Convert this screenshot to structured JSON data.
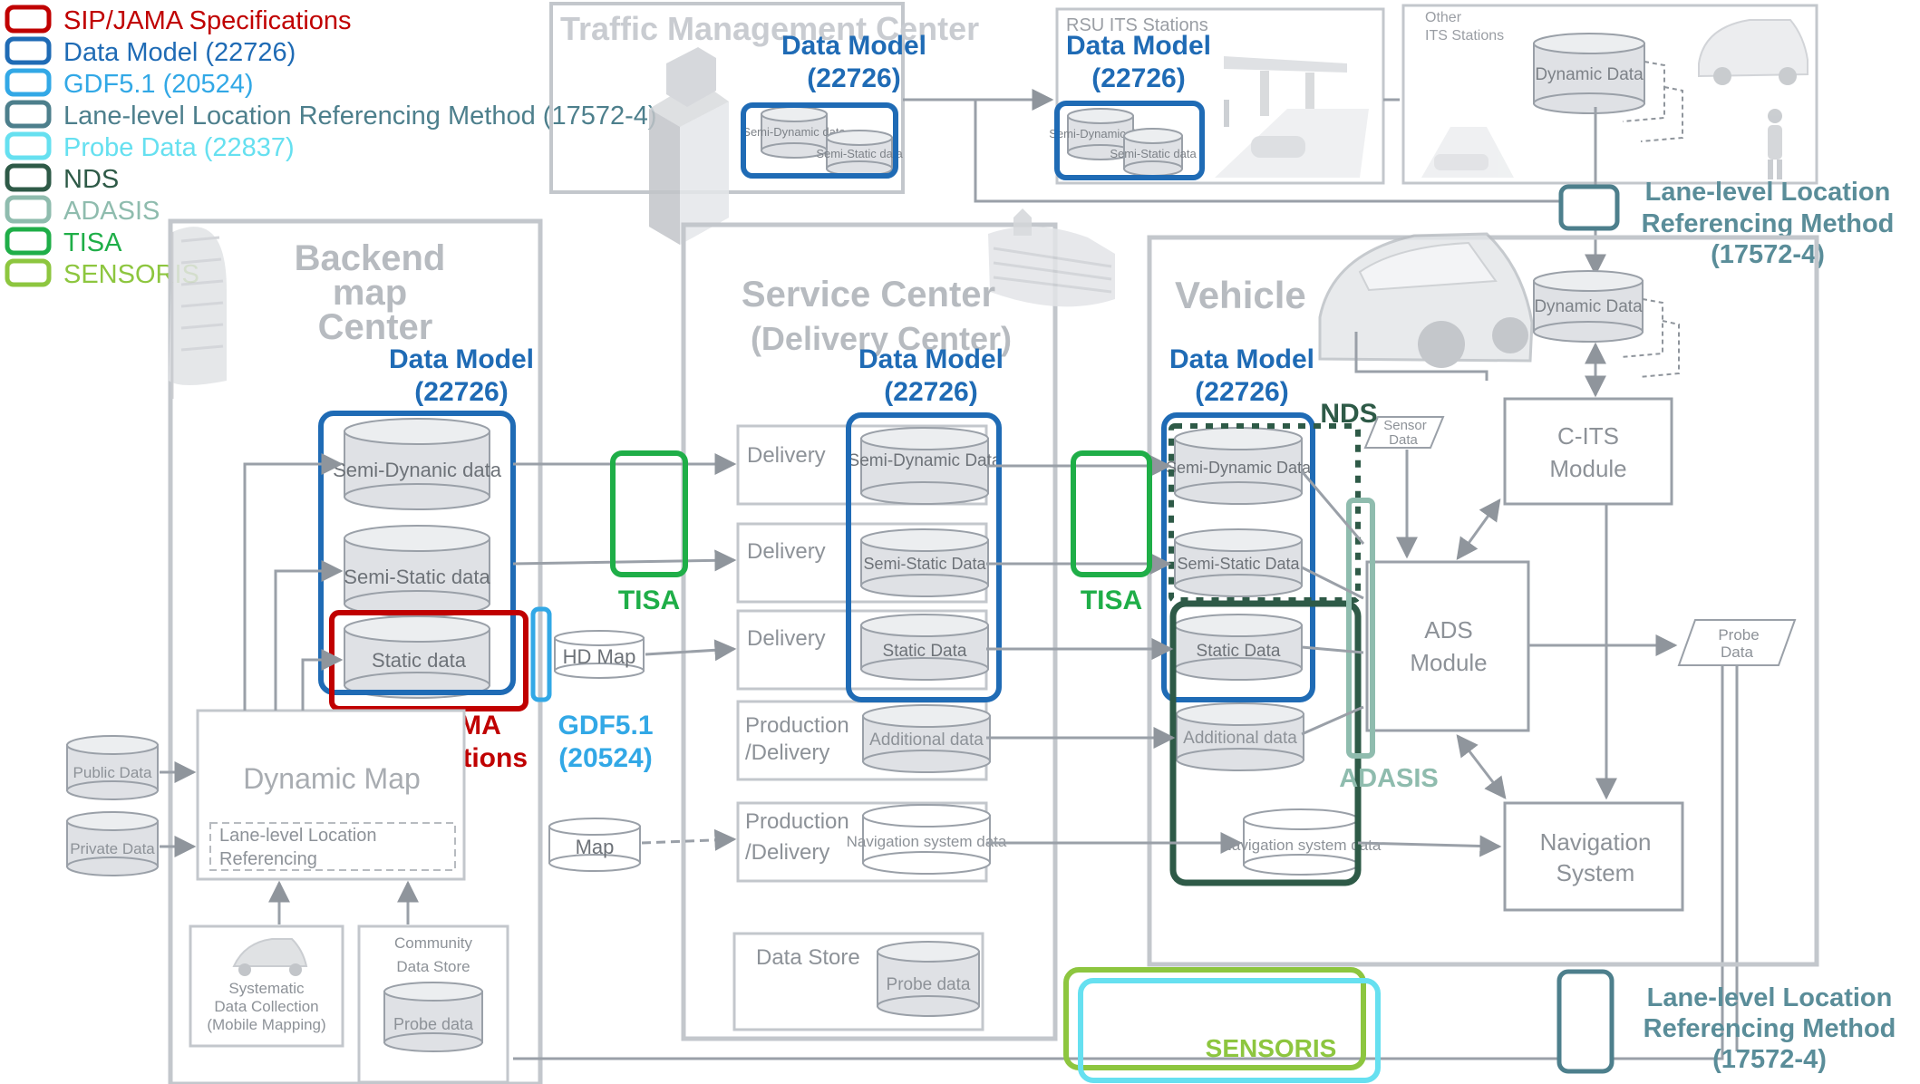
{
  "legend": [
    {
      "label": "SIP/JAMA Specifications",
      "color": "#c00000"
    },
    {
      "label": "Data Model (22726)",
      "color": "#1f6bb5"
    },
    {
      "label": "GDF5.1 (20524)",
      "color": "#32a8e6"
    },
    {
      "label": "Lane-level Location Referencing Method (17572-4)",
      "color": "#4d7f8c"
    },
    {
      "label": "Probe Data (22837)",
      "color": "#66e0f0"
    },
    {
      "label": "NDS",
      "color": "#2e5a47"
    },
    {
      "label": "ADASIS",
      "color": "#8fbcae"
    },
    {
      "label": "TISA",
      "color": "#1fae48"
    },
    {
      "label": "SENSORIS",
      "color": "#8dc63f"
    }
  ],
  "colors": {
    "gray_text": "#9a9ea4",
    "dark_text": "#6d7278",
    "line": "#9aa0a8",
    "cyl_fill": "#dfe1e5"
  },
  "top": {
    "traffic_center": "Traffic Management Center",
    "rsu": "RSU ITS Stations",
    "other_its": "Other ITS Stations",
    "dm_title": "Data Model",
    "dm_num": "(22726)",
    "semi_dynamic_small": "Semi-Dynamic data",
    "semi_static_small": "Semi-Static data",
    "dynamic_data": "Dynamic Data",
    "lane_level_1": "Lane-level Location",
    "lane_level_2": "Referencing Method",
    "lane_level_3": "(17572-4)"
  },
  "backend": {
    "title_1": "Backend",
    "title_2": "map",
    "title_3": "Center",
    "semi_dynamic": "Semi-Dynanic data",
    "semi_static": "Semi-Static data",
    "static": "Static data",
    "sip_1": "SIP/JAMA",
    "sip_2": "specifications",
    "gdf_1": "GDF5.1",
    "gdf_2": "(20524)",
    "hd_map": "HD Map",
    "map": "Map",
    "dynamic_map": "Dynamic Map",
    "lane_ref_1": "Lane-level Location",
    "lane_ref_2": "Referencing",
    "public_data": "Public Data",
    "private_data": "Private Data",
    "systematic_1": "Systematic",
    "systematic_2": "Data Collection",
    "systematic_3": "(Mobile Mapping)",
    "community_1": "Community",
    "community_2": "Data Store",
    "probe_data": "Probe data"
  },
  "service": {
    "title_1": "Service Center",
    "title_2": "(Delivery Center)",
    "delivery": "Delivery",
    "production_1": "Production",
    "production_2": "/Delivery",
    "semi_dynamic": "Semi-Dynamic Data",
    "semi_static": "Semi-Static Data",
    "static": "Static Data",
    "additional": "Additional data",
    "navigation": "Navigation system data",
    "data_store": "Data Store",
    "probe_data": "Probe data",
    "tisa": "TISA"
  },
  "vehicle": {
    "title": "Vehicle",
    "nds": "NDS",
    "sensor_data": "Sensor Data",
    "c_its_1": "C-ITS",
    "c_its_2": "Module",
    "ads_1": "ADS",
    "ads_2": "Module",
    "nav_1": "Navigation",
    "nav_2": "System",
    "probe_data": "Probe Data",
    "adasis": "ADASIS",
    "sensoris": "SENSORIS",
    "semi_dynamic": "Semi-Dynamic Data",
    "semi_static": "Semi-Static Data",
    "static": "Static Data",
    "additional": "Additional data",
    "navigation": "Navigation system data"
  }
}
